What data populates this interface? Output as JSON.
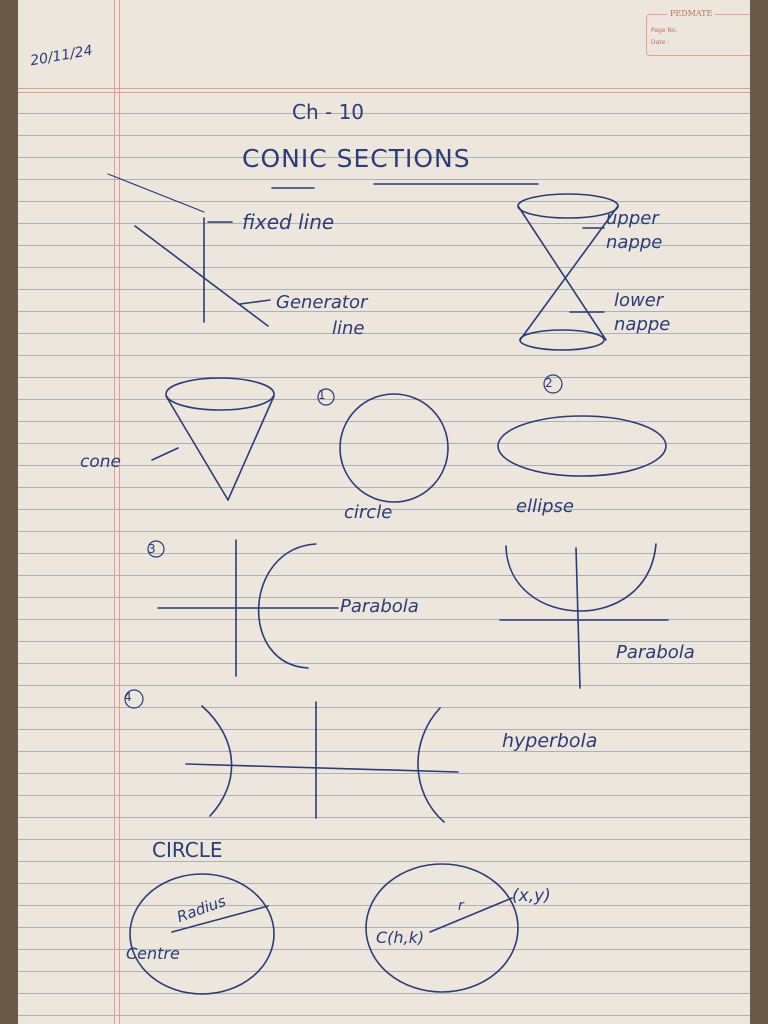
{
  "notebook": {
    "brand": "PEDMATE",
    "page_no_label": "Page No.",
    "date_label": "Date :"
  },
  "notes": {
    "date": "20/11/24",
    "chapter": "Ch - 10",
    "title": "CONIC SECTIONS",
    "fixed_line": "fixed line",
    "generator_line_1": "Generator",
    "generator_line_2": "line",
    "upper_nappe_1": "upper",
    "upper_nappe_2": "nappe",
    "lower_nappe_1": "lower",
    "lower_nappe_2": "nappe",
    "cone": "cone",
    "num1": "1",
    "num2": "2",
    "num3": "3",
    "num4": "4",
    "circle": "circle",
    "ellipse": "ellipse",
    "parabola_right": "Parabola",
    "parabola_up": "Parabola",
    "hyperbola": "hyperbola",
    "circle_heading": "CIRCLE",
    "radius": "Radius",
    "centre": "Centre",
    "r_label": "r",
    "point_label": "(x,y)",
    "center_label": "C(h,k)"
  }
}
